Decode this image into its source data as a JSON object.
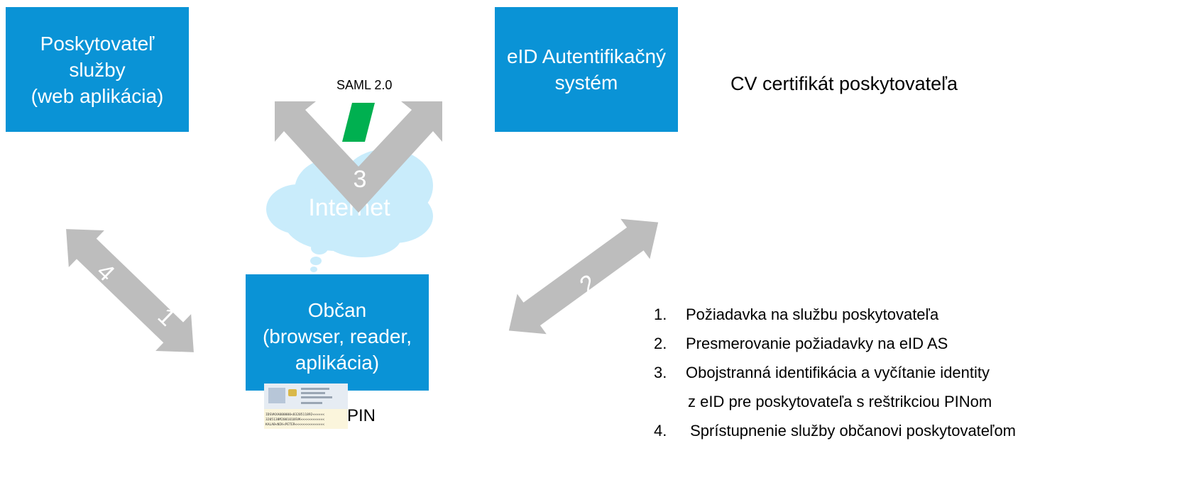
{
  "provider_box": {
    "line1": "Poskytovateľ",
    "line2": "služby",
    "line3": "(web aplikácia)"
  },
  "eid_box": {
    "line1": "eID Autentifikačný",
    "line2": "systém"
  },
  "citizen_box": {
    "line1": "Občan",
    "line2": "(browser, reader,",
    "line3": "aplikácia)"
  },
  "cv_label": "CV certifikát poskytovateľa",
  "saml_label": "SAML 2.0",
  "cloud_label": "Internet",
  "pin_label": "PIN",
  "arrows": {
    "center": "3",
    "right": "2",
    "left_top": "4",
    "left_bottom": "1"
  },
  "steps": [
    {
      "number": "1.",
      "text": "Požiadavka na službu poskytovateľa"
    },
    {
      "number": "2.",
      "text": "Presmerovanie požiadavky  na eID AS"
    },
    {
      "number": "3.",
      "text": "Obojstranná identifikácia a vyčítanie  identity"
    },
    {
      "number": "",
      "text": "z eID  pre poskytovateľa s reštrikciou  PINom"
    },
    {
      "number": "4.",
      "text": " Sprístupnenie služby  občanovi poskytovateľom"
    }
  ],
  "id_card": {
    "mrz_line1": "IDSVKXA000000<8320511892<<<<<<",
    "mrz_line2": "3205138M2001010SVK<<<<<<<<<<<<",
    "mrz_line3": "KALAB<NIK<PETER<<<<<<<<<<<<<<<"
  },
  "colors": {
    "box_blue": "#0a93d6",
    "arrow_gray": "#bdbdbd",
    "cloud_blue": "#c9ecfb",
    "saml_green": "#00b050"
  }
}
